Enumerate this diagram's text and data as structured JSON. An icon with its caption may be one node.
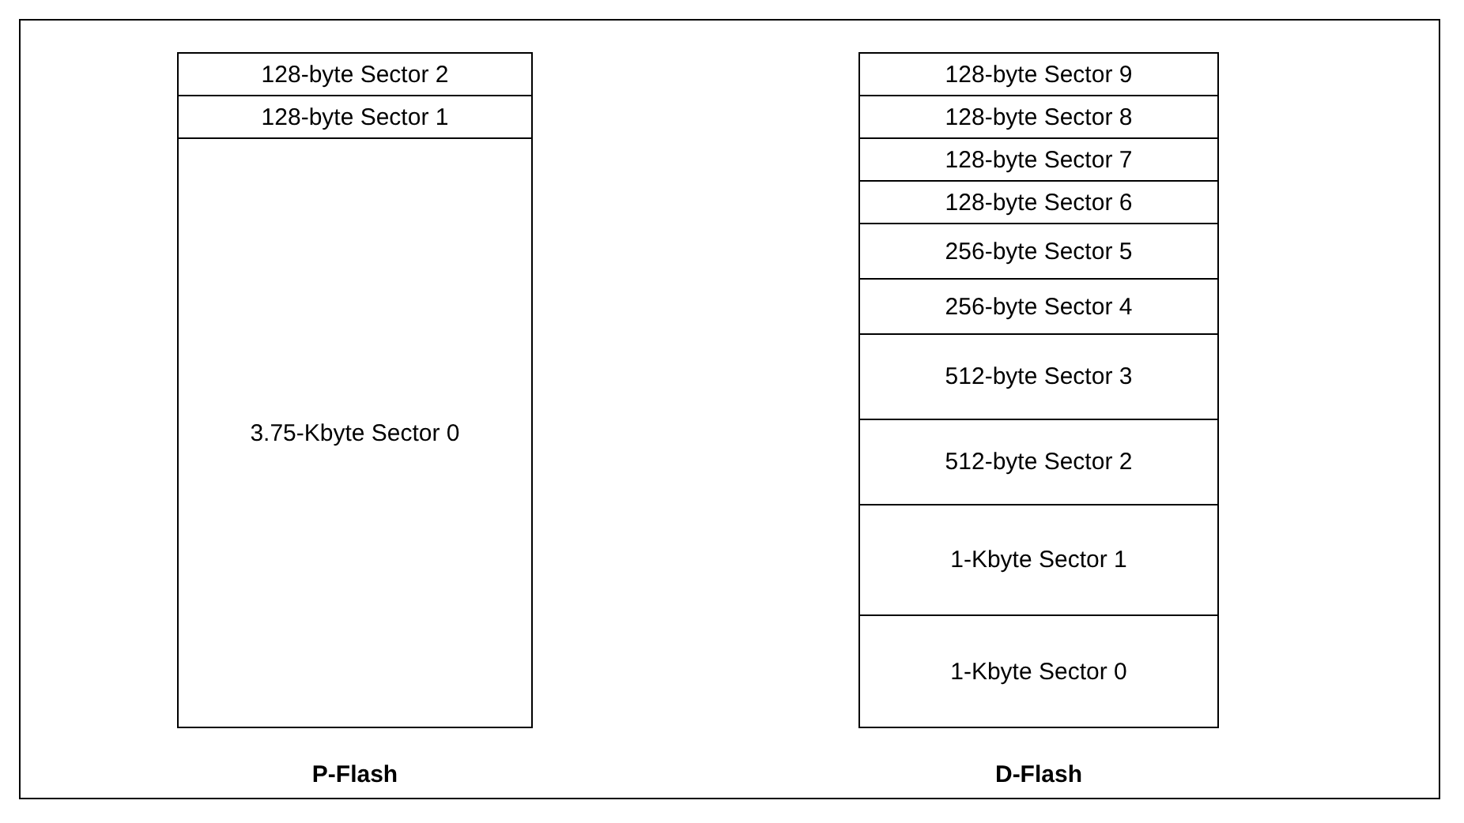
{
  "diagram": {
    "nodes": [
      {
        "text": [
          "128-byte Sector 2"
        ]
      },
      {
        "text": [
          "128-byte Sector 1"
        ]
      },
      {
        "text": [
          "3.75-Kbyte Sector 0"
        ]
      },
      {
        "text": [
          "128-byte Sector 9"
        ]
      },
      {
        "text": [
          "128-byte Sector 8"
        ]
      },
      {
        "text": [
          "128-byte Sector 7"
        ]
      },
      {
        "text": [
          "128-byte Sector 6"
        ]
      },
      {
        "text": [
          "256-byte Sector 5"
        ]
      },
      {
        "text": [
          "256-byte Sector 4"
        ]
      },
      {
        "text": [
          "512-byte Sector 3"
        ]
      },
      {
        "text": [
          "512-byte Sector 2"
        ]
      },
      {
        "text": [
          "1-Kbyte Sector 1"
        ]
      },
      {
        "text": [
          "1-Kbyte Sector 0"
        ]
      }
    ],
    "edges": [],
    "labels": [
      "P-Flash",
      "D-Flash"
    ]
  }
}
